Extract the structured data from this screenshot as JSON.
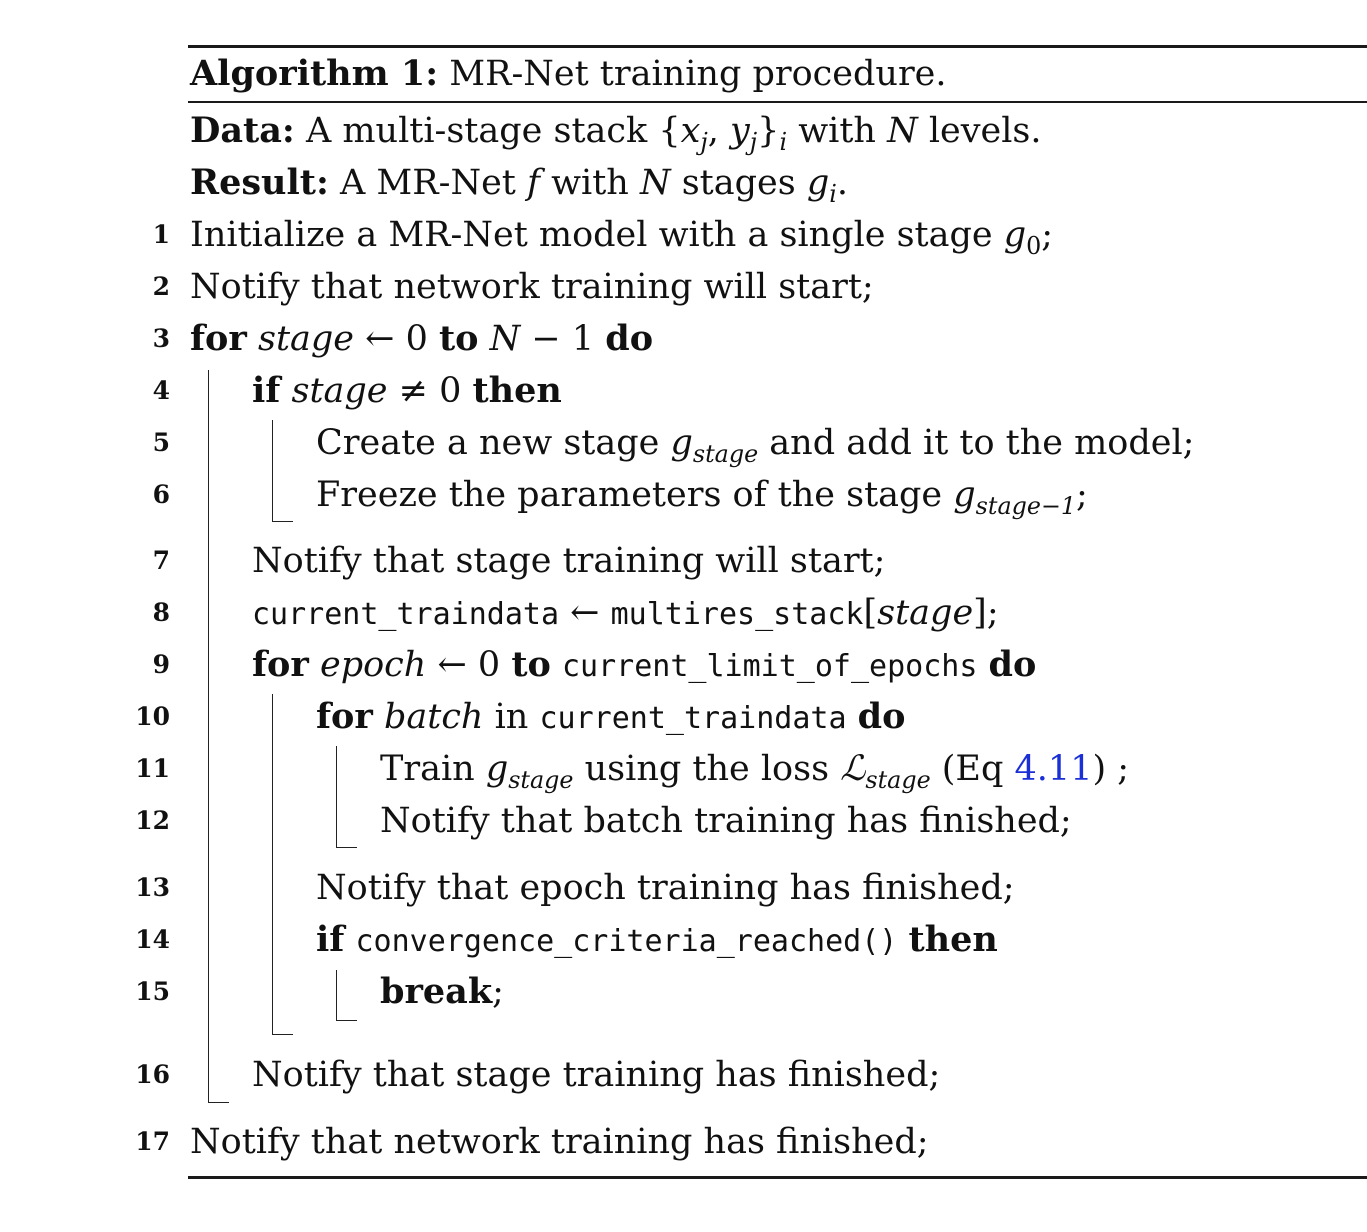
{
  "algorithm": {
    "label": "Algorithm 1:",
    "title": "MR-Net training procedure.",
    "data_label": "Data:",
    "data_text_a": "A multi-stage stack {",
    "data_text_b": "x",
    "data_text_c": "j",
    "data_text_d": ", ",
    "data_text_e": "y",
    "data_text_f": "j",
    "data_text_g": "}",
    "data_text_h": "i",
    "data_text_i": " with ",
    "data_text_j": "N",
    "data_text_k": " levels.",
    "result_label": "Result:",
    "result_text_a": "A MR-Net ",
    "result_text_b": "f",
    "result_text_c": " with ",
    "result_text_d": "N",
    "result_text_e": " stages ",
    "result_text_f": "g",
    "result_text_g": "i",
    "result_text_h": "."
  },
  "lines": {
    "l1": {
      "num": "1",
      "a": "Initialize a MR-Net model with a single stage ",
      "b": "g",
      "c": "0",
      "d": ";"
    },
    "l2": {
      "num": "2",
      "a": "Notify that network training will start;"
    },
    "l3": {
      "num": "3",
      "kw1": "for",
      "var": "stage",
      "a": " ← 0 ",
      "kw2": "to",
      "b": " ",
      "c": "N",
      "d": " − 1 ",
      "kw3": "do"
    },
    "l4": {
      "num": "4",
      "kw1": "if",
      "var": "stage",
      "a": " ≠  0 ",
      "kw2": "then"
    },
    "l5": {
      "num": "5",
      "a": "Create a new stage ",
      "b": "g",
      "c": "stage",
      "d": " and add it to the model;"
    },
    "l6": {
      "num": "6",
      "a": "Freeze the parameters of the stage ",
      "b": "g",
      "c": "stage−1",
      "d": ";"
    },
    "l7": {
      "num": "7",
      "a": "Notify that stage training will start;"
    },
    "l8": {
      "num": "8",
      "a": "current_traindata",
      "b": " ← ",
      "c": "multires_stack",
      "d": "[",
      "e": "stage",
      "f": "];"
    },
    "l9": {
      "num": "9",
      "kw1": "for",
      "var": "epoch",
      "a": " ← 0 ",
      "kw2": "to",
      "b": " ",
      "c": "current_limit_of_epochs",
      "d": " ",
      "kw3": "do"
    },
    "l10": {
      "num": "10",
      "kw1": "for",
      "var": "batch",
      "a": " in ",
      "b": "current_traindata",
      "c": " ",
      "kw2": "do"
    },
    "l11": {
      "num": "11",
      "a": "Train ",
      "b": "g",
      "c": "stage",
      "d": " using the loss ",
      "e": "ℒ",
      "f": "stage",
      "g": " (Eq ",
      "link": "4.11",
      "h": ") ;"
    },
    "l12": {
      "num": "12",
      "a": "Notify that batch training has finished;"
    },
    "l13": {
      "num": "13",
      "a": "Notify that epoch training has finished;"
    },
    "l14": {
      "num": "14",
      "kw1": "if",
      "a": " ",
      "b": "convergence_criteria_reached()",
      "c": " ",
      "kw2": "then"
    },
    "l15": {
      "num": "15",
      "kw1": "break",
      "a": ";"
    },
    "l16": {
      "num": "16",
      "a": "Notify that stage training has finished;"
    },
    "l17": {
      "num": "17",
      "a": "Notify that network training has finished;"
    }
  }
}
